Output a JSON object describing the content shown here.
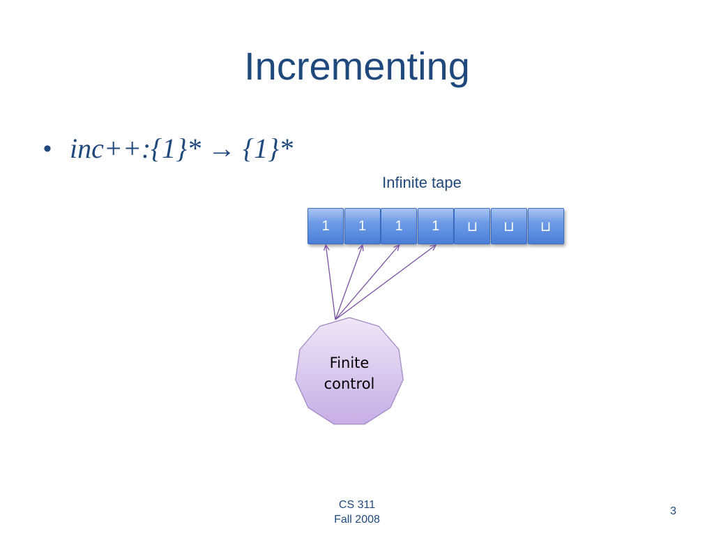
{
  "slide": {
    "title": "Incrementing",
    "bullet_symbol": "•",
    "bullet_text": "inc++:{1}* → {1}*"
  },
  "diagram": {
    "tape_label": "Infinite tape",
    "tape_cells": [
      "1",
      "1",
      "1",
      "1",
      "⊔",
      "⊔",
      "⊔"
    ],
    "control_lines": [
      "Finite",
      "control"
    ],
    "arrow_targets": [
      0,
      1,
      2,
      3
    ]
  },
  "footer": {
    "course": "CS 311",
    "term": "Fall 2008",
    "page_number": "3"
  },
  "colors": {
    "title": "#1f497d",
    "tape_cell": "#4a7fd8",
    "control_fill_top": "#efe6f7",
    "control_fill_bottom": "#c7aee6",
    "arrow": "#7a4fa3"
  }
}
